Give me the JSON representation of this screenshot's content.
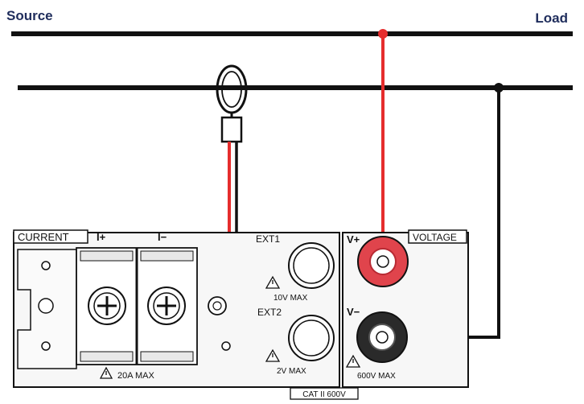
{
  "labels": {
    "source": "Source",
    "load": "Load"
  },
  "panel": {
    "current_tag": "CURRENT",
    "i_plus": "I+",
    "i_minus": "I−",
    "ext1": "EXT1",
    "ext1_limit": "10V MAX",
    "ext2": "EXT2",
    "ext2_limit": "2V MAX",
    "current_limit": "20A MAX",
    "voltage_tag": "VOLTAGE",
    "v_plus": "V+",
    "v_minus": "V−",
    "voltage_limit": "600V MAX",
    "cat_rating": "CAT II 600V"
  },
  "colors": {
    "line": "#111111",
    "positive": "#e52d2d",
    "label": "#1f2d5c",
    "panel_fill": "#f7f7f7",
    "terminal_red": "#e0444c",
    "terminal_black": "#2a2a2a"
  },
  "icons": {
    "current_clamp": "current-clamp-icon",
    "warning": "warning-triangle-icon",
    "screw": "screw-terminal-icon"
  }
}
